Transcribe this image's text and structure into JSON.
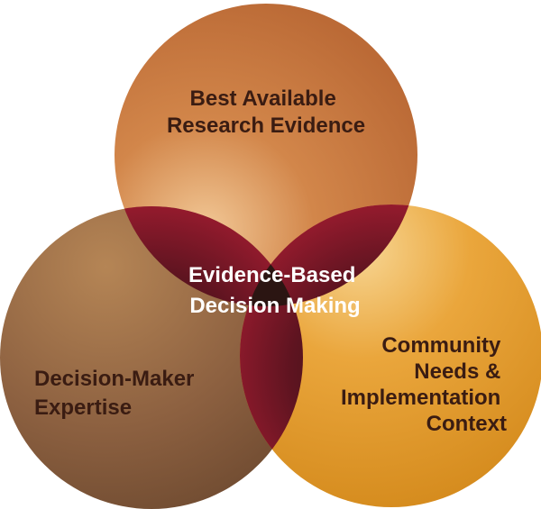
{
  "diagram": {
    "type": "venn-3",
    "circles": [
      {
        "id": "research",
        "lines": [
          "Best Available",
          "Research Evidence"
        ],
        "color": "#c97a3e",
        "highlight": "#e6b07a"
      },
      {
        "id": "expertise",
        "lines": [
          "Decision-Maker",
          "Expertise"
        ],
        "color": "#7d5535",
        "highlight": "#b08050"
      },
      {
        "id": "community",
        "lines": [
          "Community",
          "Needs &",
          "Implementation",
          "Context"
        ],
        "color": "#e2982a",
        "highlight": "#f5cf8a"
      }
    ],
    "center": {
      "lines": [
        "Evidence-Based",
        "Decision Making"
      ]
    },
    "colors": {
      "overlap": "#8b1a2b",
      "overlap_dark": "#2a1410",
      "label_text": "#3a1c12",
      "center_text": "#ffffff"
    }
  }
}
